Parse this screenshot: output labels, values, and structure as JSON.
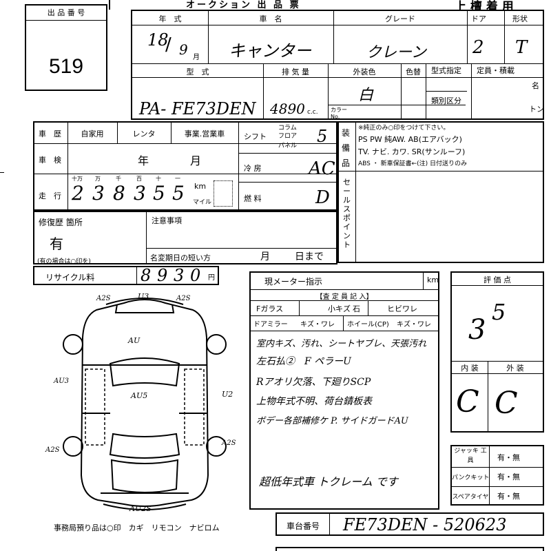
{
  "header": {
    "title": "オークション 出 品 票",
    "grade_title": "上 檀 着 用"
  },
  "lot": {
    "label": "出 品 番 号",
    "number": "519"
  },
  "vehicle": {
    "year_label": "年　式",
    "year_value": "18",
    "month_value": "9",
    "month_unit": "月",
    "name_label": "車　名",
    "name_value": "キャンター",
    "grade_label": "グレード",
    "grade_value": "クレーン",
    "doors_label": "ドア",
    "doors_value": "2",
    "shape_label": "形状",
    "shape_value": "T",
    "model_label": "型　式",
    "model_value": "PA- FE73DEN",
    "displacement_label": "排 気 量",
    "displacement_value": "4890",
    "displacement_unit": "c.c.",
    "exterior_color_label": "外装色",
    "exterior_color_value": "白",
    "color_change_label": "色替",
    "color_no_label": "カラー No.",
    "model_designation_label": "型式指定",
    "category_label": "類別区分",
    "capacity_label": "定員・積載",
    "capacity_unit_people": "名",
    "capacity_unit_ton": "トン"
  },
  "history": {
    "row_label": "車　歴",
    "options": [
      "自家用",
      "レンタ",
      "事業.営業車"
    ],
    "inspection_label": "車　検",
    "inspection_year": "年",
    "inspection_month": "月",
    "mileage_label": "走　行",
    "mileage_units": [
      "十万",
      "万",
      "千",
      "百",
      "十",
      "一"
    ],
    "mileage_digits": [
      "2",
      "3",
      "8",
      "3",
      "5",
      "5"
    ],
    "mileage_km": "km",
    "mileage_mile": "マイル",
    "shift_label": "シフト",
    "shift_options": [
      "コラム",
      "フロア",
      "パネル"
    ],
    "shift_value": "5",
    "ac_label": "冷 房",
    "ac_value": "AC",
    "fuel_label": "燃 料",
    "fuel_value": "D",
    "equipment_label": "装備品",
    "equipment_note": "※純正のみ○印をつけて下さい。",
    "equipment_line1": "PS  PW  純AW. AB(エアバック)",
    "equipment_line2": "TV. ナビ. カワ. SR(サンルーフ)",
    "equipment_line3": "ABS ・ 新車保証書←(注) 日付送りのみ",
    "sales_point_label": "セールスポイント"
  },
  "repair": {
    "label": "修復歴 箇所",
    "value": "有",
    "note": "(有の場合は○印を)",
    "remarks_label": "注意事項",
    "short_deadline_label": "名変期日の短い方",
    "deadline_month": "月",
    "deadline_day": "日まで"
  },
  "recycle": {
    "label": "リサイクル料",
    "digits": [
      "8",
      "9",
      "3",
      "0"
    ],
    "unit": "円"
  },
  "inspector": {
    "meter_label": "現メーター指示",
    "meter_unit": "km",
    "section_label": "【査 定 員 記 入】",
    "glass_label": "Fガラス",
    "glass_options": [
      "小キズ",
      "石",
      "ヒビワレ"
    ],
    "mirror_label": "ドアミラー",
    "mirror_options": "キズ・ワレ",
    "wheel_label": "ホイール(CP)",
    "wheel_options": "キズ・ワレ",
    "notes": [
      "室内キズ、汚れ、シートヤブレ、天張汚れ",
      "左石払②　F ペラーU",
      "Rアオリ欠落、下廻りSCP",
      "上物年式不明、荷台錆板表",
      "ボデー各部補修ケ P. サイドガードAU",
      "超低年式車 トクレーム です"
    ]
  },
  "evaluation": {
    "label": "評 価 点",
    "score": "3",
    "score_sub": "5",
    "interior_label": "内 装",
    "exterior_label": "外 装",
    "interior_value": "C",
    "exterior_value": "C"
  },
  "tools": {
    "jack_label": "ジャッキ 工 具",
    "jack_value": "有・無",
    "puncture_label": "パンクキット",
    "puncture_value": "有・無",
    "spare_label": "スペアタイヤ",
    "spare_value": "有・無"
  },
  "chassis": {
    "label": "車台番号",
    "value": "FE73DEN - 520623"
  },
  "office": {
    "note": "事務局預り品は○印　カギ　リモコン　ナビロム"
  },
  "diagram": {
    "marks": [
      "A2S",
      "U3",
      "A2S",
      "AU",
      "AU3",
      "AU5",
      "U2",
      "A2S",
      "A2S",
      "AU2S"
    ]
  }
}
